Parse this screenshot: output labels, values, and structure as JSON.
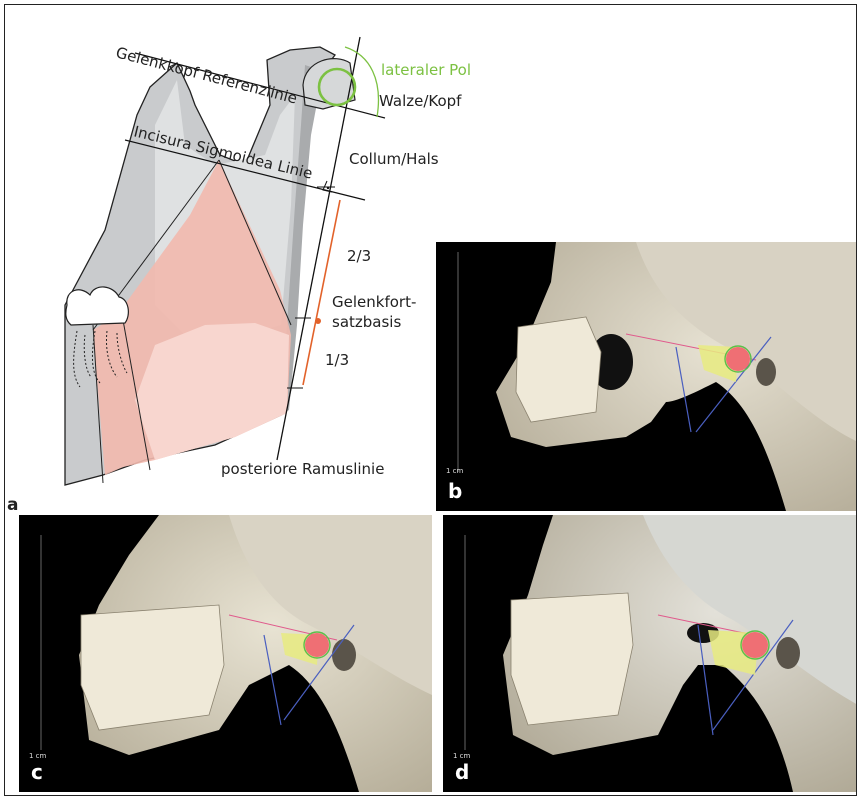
{
  "diagram": {
    "panel_label": "a",
    "labels": {
      "gelenkkopf": "Gelenkkopf Referenzlinie",
      "lateraler_pol": "lateraler Pol",
      "walze": "Walze/Kopf",
      "incisura": "Incisura Sigmoidea Linie",
      "collum": "Collum/Hals",
      "two_thirds": "2/3",
      "gelenkfort_1": "Gelenkfort-",
      "gelenkfort_2": "satzbasis",
      "one_third": "1/3",
      "posteriore": "posteriore Ramuslinie"
    },
    "colors": {
      "bone_dark": "#c6c8ca",
      "bone_light": "#dcdee0",
      "salmon": "#f2b9ae",
      "green": "#7cc142",
      "orange": "#e2622a"
    }
  },
  "photos": [
    {
      "label": "b",
      "scale": "1 cm"
    },
    {
      "label": "c",
      "scale": "1 cm"
    },
    {
      "label": "d",
      "scale": "1 cm"
    }
  ]
}
